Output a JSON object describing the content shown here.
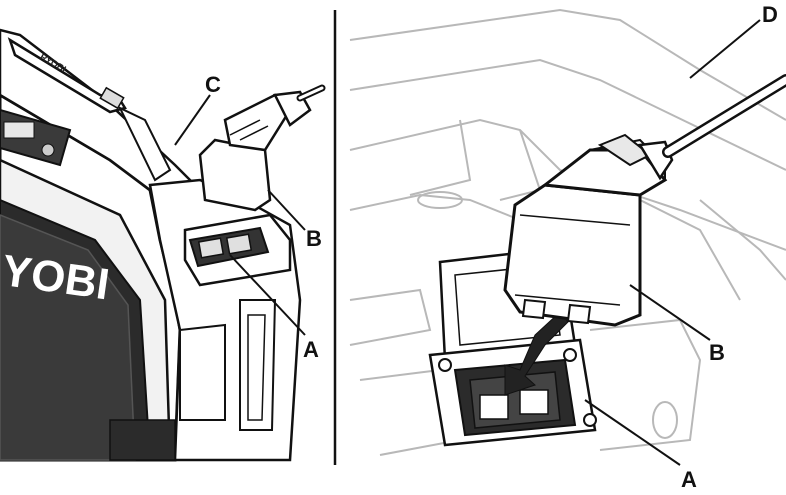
{
  "brand": {
    "logo_large": "YOBI",
    "logo_small": "RYOBI"
  },
  "callouts": {
    "left": {
      "a": "A",
      "b": "B",
      "c": "C"
    },
    "right": {
      "a": "A",
      "b": "B",
      "d": "D"
    }
  },
  "colors": {
    "ink": "#111111",
    "device_dark": "#2b2b2b",
    "device_mid": "#555555",
    "faint_line": "#b8b8b8",
    "arrow": "#222222"
  }
}
